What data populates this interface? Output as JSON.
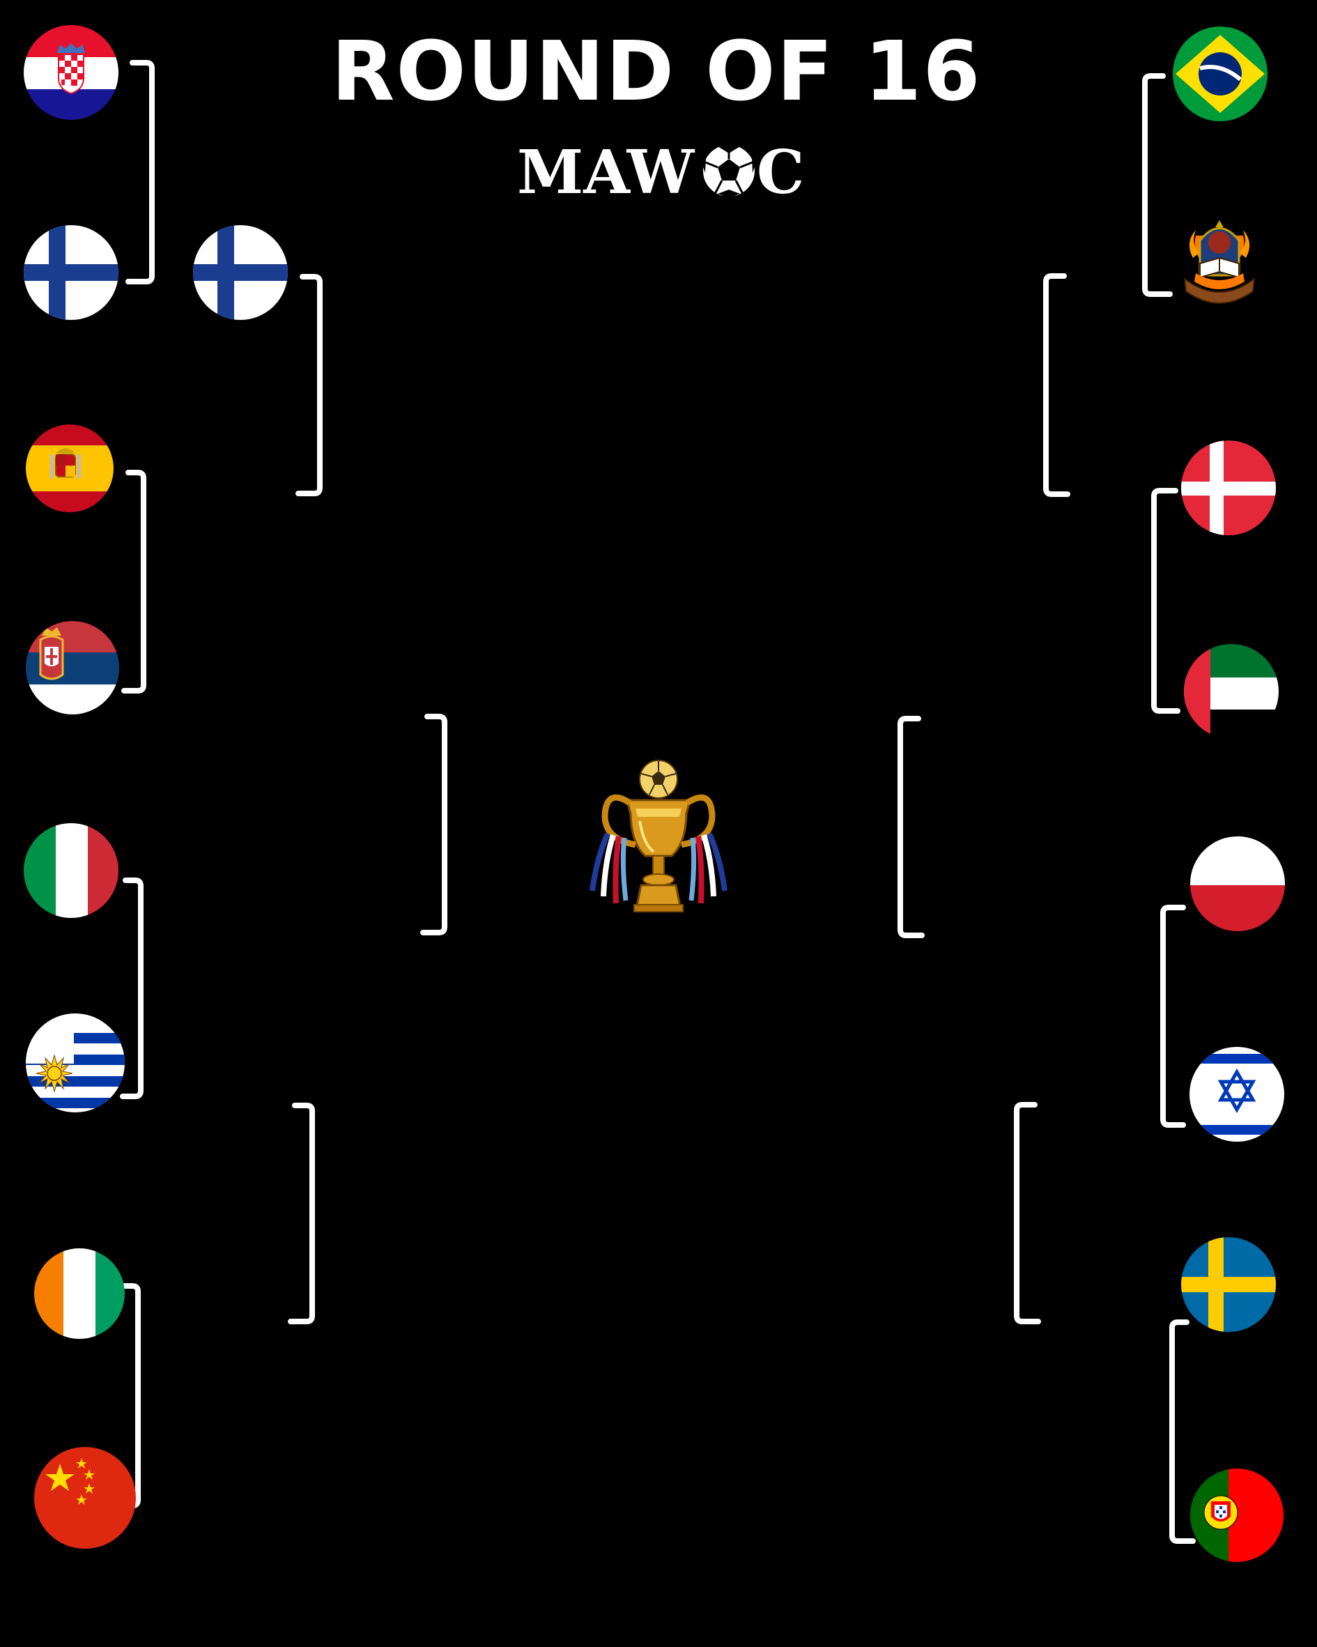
{
  "header": {
    "title": "ROUND OF 16",
    "logo_letters": "MAW",
    "logo_tail": "C"
  },
  "bracket": {
    "left_round_of_16": [
      {
        "flag": "croatia-flag"
      },
      {
        "flag": "finland-flag"
      },
      {
        "flag": "spain-flag"
      },
      {
        "flag": "serbia-flag"
      },
      {
        "flag": "italy-flag"
      },
      {
        "flag": "uruguay-flag"
      },
      {
        "flag": "ivory-coast-flag"
      },
      {
        "flag": "china-flag"
      }
    ],
    "right_round_of_16": [
      {
        "flag": "brazil-flag"
      },
      {
        "flag": "university-crest"
      },
      {
        "flag": "denmark-flag"
      },
      {
        "flag": "uae-flag"
      },
      {
        "flag": "poland-flag"
      },
      {
        "flag": "israel-flag"
      },
      {
        "flag": "sweden-flag"
      },
      {
        "flag": "portugal-flag"
      }
    ],
    "left_quarterfinal_winners": [
      {
        "flag": "finland-flag"
      }
    ],
    "center_icon": "trophy-icon",
    "colors": {
      "background": "#000000",
      "bracket_line": "#ffffff"
    }
  }
}
